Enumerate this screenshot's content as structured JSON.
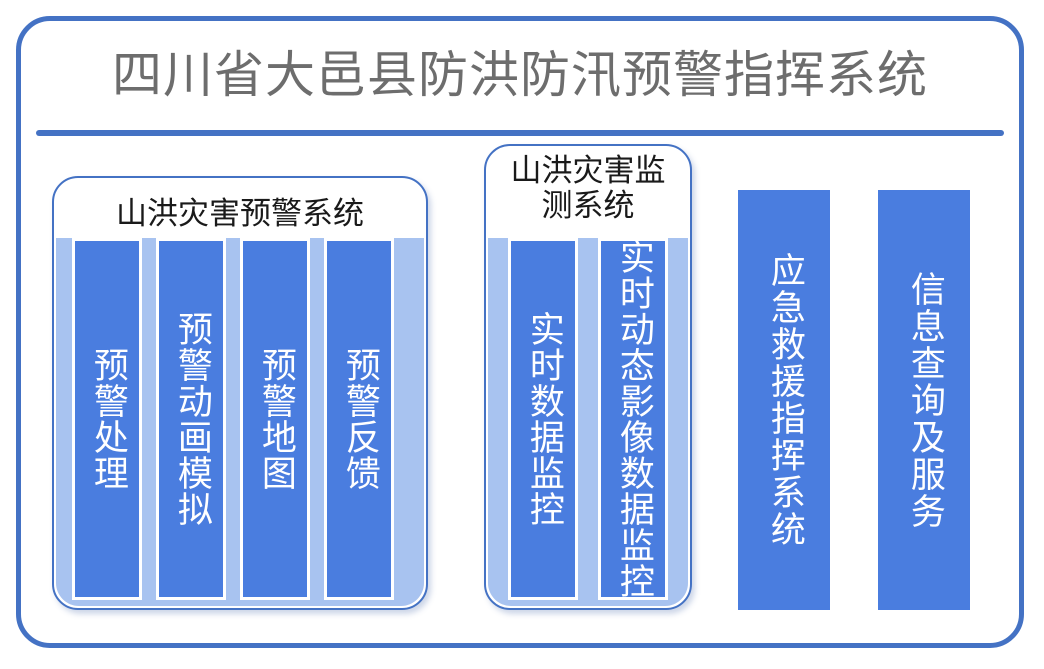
{
  "header": {
    "title": "四川省大邑县防洪防汛预警指挥系统"
  },
  "colors": {
    "frame_blue": "#4472c4",
    "bar_blue": "#4a7ddf",
    "panel_fill_blue": "#a8c3f0",
    "title_gray": "#6d6d6d",
    "bar_text": "#ffffff"
  },
  "panels": [
    {
      "id": "warning-system",
      "title": "山洪灾害预警系统",
      "bars": [
        {
          "id": "warning-process",
          "label": "预警处理"
        },
        {
          "id": "warning-animation",
          "label": "预警动画模拟"
        },
        {
          "id": "warning-map",
          "label": "预警地图"
        },
        {
          "id": "warning-feedback",
          "label": "预警反馈"
        }
      ]
    },
    {
      "id": "monitor-system",
      "title": "山洪灾害监测系统",
      "bars": [
        {
          "id": "monitor-data",
          "label": "实时数据监控"
        },
        {
          "id": "monitor-video",
          "label": "实时动态影像数据监控"
        }
      ]
    }
  ],
  "standalone_bars": [
    {
      "id": "emergency-command",
      "label": "应急救援指挥系统"
    },
    {
      "id": "info-service",
      "label": "信息查询及服务"
    }
  ]
}
